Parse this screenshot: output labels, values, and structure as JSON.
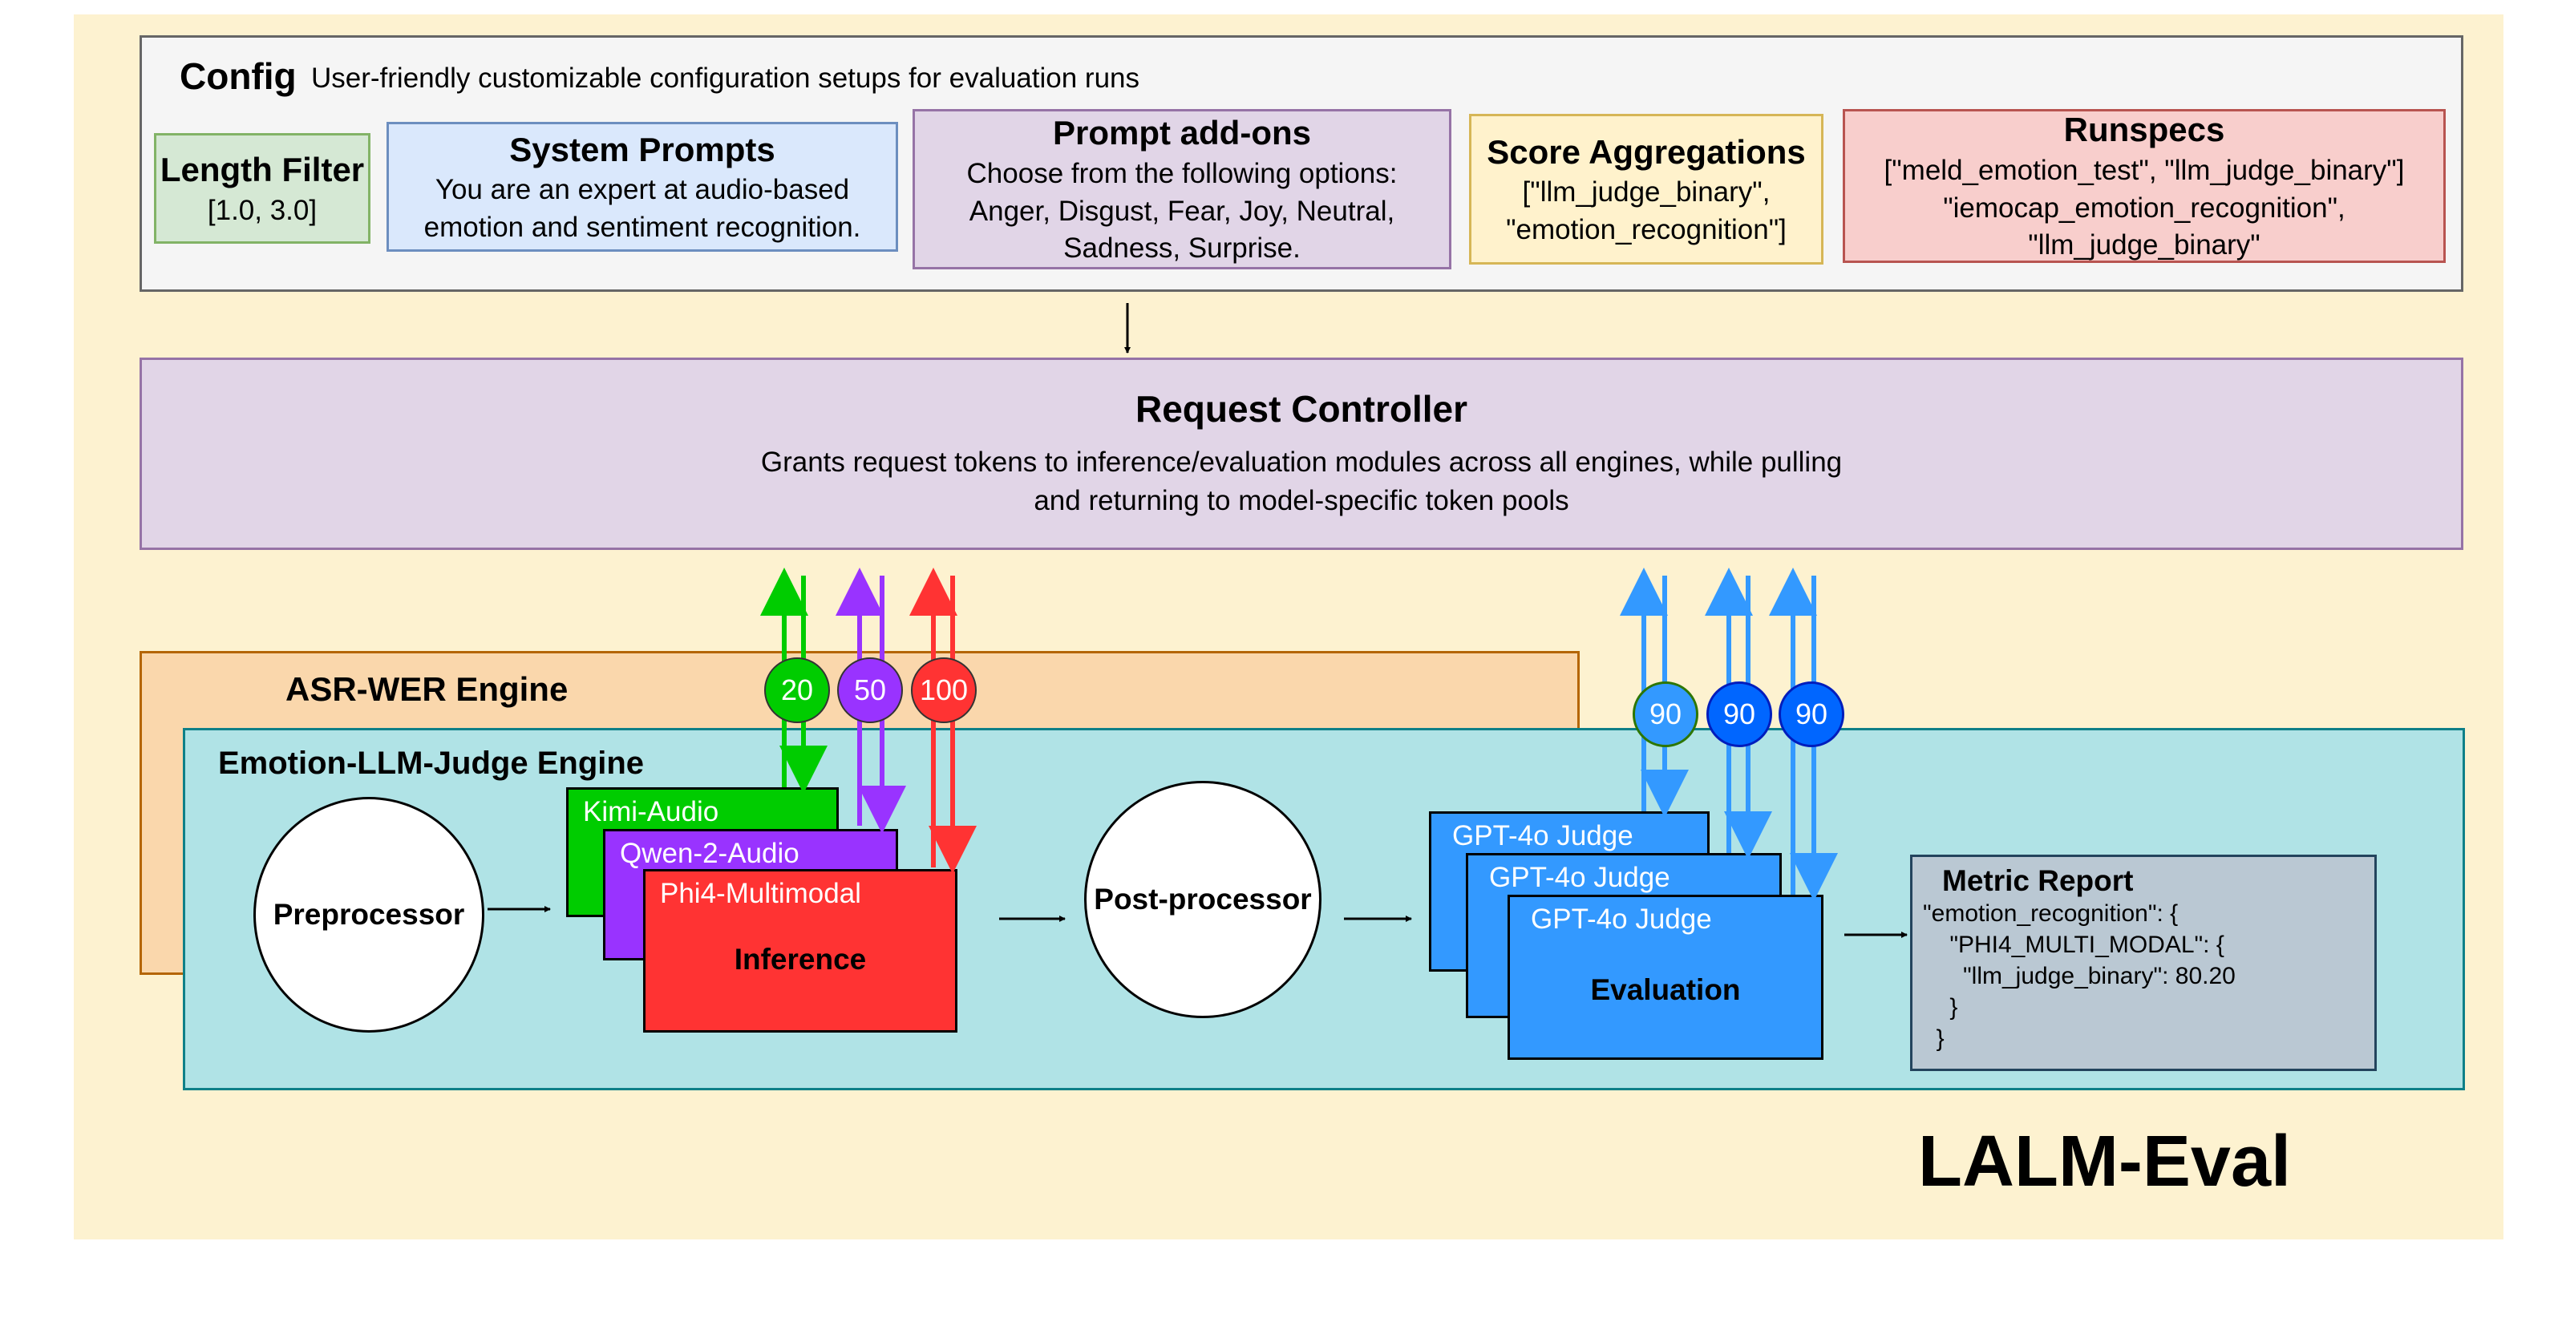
{
  "config": {
    "title": "Config",
    "description": "User-friendly customizable configuration setups for evaluation runs",
    "length_filter": {
      "title": "Length Filter",
      "value": "[1.0, 3.0]"
    },
    "system_prompts": {
      "title": "System Prompts",
      "line1": "You are an expert at audio-based",
      "line2": "emotion and sentiment recognition."
    },
    "prompt_addons": {
      "title": "Prompt add-ons",
      "line1": "Choose from the following options:",
      "line2": "Anger, Disgust, Fear, Joy, Neutral,",
      "line3": "Sadness, Surprise."
    },
    "score_aggregations": {
      "title": "Score Aggregations",
      "line1": "[\"llm_judge_binary\",",
      "line2": "\"emotion_recognition\"]"
    },
    "runspecs": {
      "title": "Runspecs",
      "line1": "[\"meld_emotion_test\", \"llm_judge_binary\"]",
      "line2": "\"iemocap_emotion_recognition\",",
      "line3": "\"llm_judge_binary\""
    }
  },
  "request_controller": {
    "title": "Request Controller",
    "line1": "Grants request tokens to inference/evaluation modules across all engines, while pulling",
    "line2": "and returning to model-specific token pools"
  },
  "engines": {
    "asr_label": "ASR-WER Engine",
    "emotion_label": "Emotion-LLM-Judge Engine"
  },
  "pipeline": {
    "preprocessor": "Preprocessor",
    "postprocessor": "Post-processor",
    "models": [
      "Kimi-Audio",
      "Qwen-2-Audio",
      "Phi4-Multimodal"
    ],
    "inference_label": "Inference",
    "judges": [
      "GPT-4o Judge",
      "GPT-4o Judge",
      "GPT-4o Judge"
    ],
    "evaluation_label": "Evaluation"
  },
  "token_badges": [
    "20",
    "50",
    "100",
    "90",
    "90",
    "90"
  ],
  "metric_report": {
    "title": "Metric Report",
    "body": "\"emotion_recognition\": {\n    \"PHI4_MULTI_MODAL\": {\n      \"llm_judge_binary\": 80.20\n    }\n  }"
  },
  "brand": "LALM-Eval",
  "colors": {
    "green": "#00cc00",
    "purple": "#9933ff",
    "red": "#ff3333",
    "blue": "#3399ff"
  }
}
